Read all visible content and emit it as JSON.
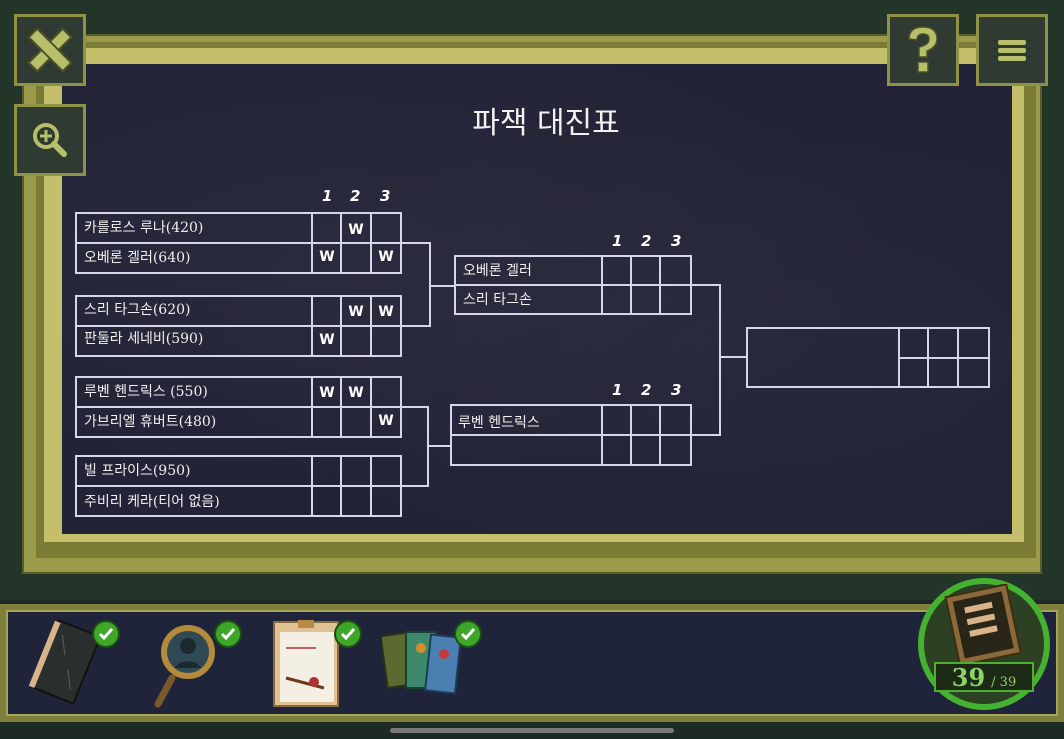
{
  "board": {
    "title": "파잭 대진표"
  },
  "round_headers": [
    "1",
    "2",
    "3"
  ],
  "round1": [
    {
      "players": [
        "카를로스 루나(420)",
        "오베론 겔러(640)"
      ],
      "wins": [
        [
          "",
          "W",
          ""
        ],
        [
          "W",
          "",
          "W"
        ]
      ]
    },
    {
      "players": [
        "스리 타그손(620)",
        "판둘라 세네비(590)"
      ],
      "wins": [
        [
          "",
          "W",
          "W"
        ],
        [
          "W",
          "",
          ""
        ]
      ]
    },
    {
      "players": [
        "루벤 헨드릭스 (550)",
        "가브리엘 휴버트(480)"
      ],
      "wins": [
        [
          "W",
          "W",
          ""
        ],
        [
          "",
          "",
          "W"
        ]
      ]
    },
    {
      "players": [
        "빌 프라이스(950)",
        "주비리 케라(티어 없음)"
      ],
      "wins": [
        [
          "",
          "",
          ""
        ],
        [
          "",
          "",
          ""
        ]
      ]
    }
  ],
  "round2": [
    {
      "players": [
        "오베론 겔러",
        "스리 타그손"
      ]
    },
    {
      "players": [
        "루벤 헨드릭스",
        ""
      ]
    }
  ],
  "final": {
    "players": [
      ""
    ]
  },
  "inventory": [
    {
      "name": "book",
      "checked": true
    },
    {
      "name": "magnifier",
      "checked": true
    },
    {
      "name": "document",
      "checked": true
    },
    {
      "name": "cards",
      "checked": true
    }
  ],
  "counter": {
    "current": "39",
    "total": "/ 39"
  },
  "colors": {
    "board": "#222336",
    "frame": "#c4bf6a",
    "check": "#3ea629",
    "counter": "#44b230"
  }
}
